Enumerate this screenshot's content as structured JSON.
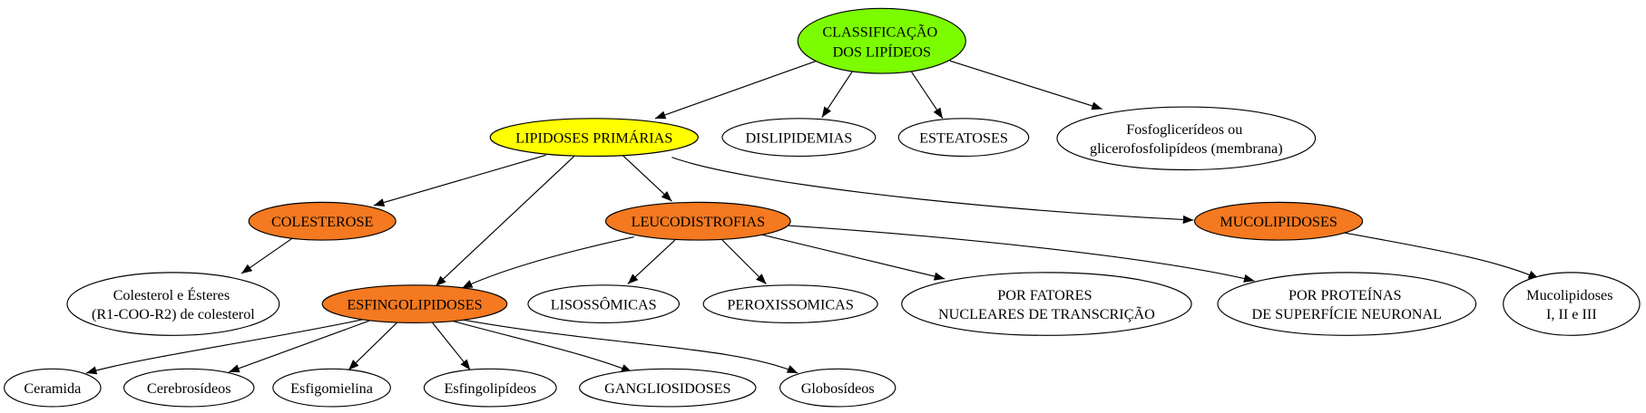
{
  "diagram": {
    "root": {
      "lines": [
        "CLASSIFICAÇÃO",
        "DOS LIPÍDEOS"
      ]
    },
    "lipidoses_primarias": {
      "lines": [
        "LIPIDOSES PRIMÁRIAS"
      ]
    },
    "dislipidemias": {
      "lines": [
        "DISLIPIDEMIAS"
      ]
    },
    "esteatoses": {
      "lines": [
        "ESTEATOSES"
      ]
    },
    "fosfoglicerideos": {
      "lines": [
        "Fosfoglicerídeos ou",
        "glicerofosfolipídeos (membrana)"
      ]
    },
    "colesterose": {
      "lines": [
        "COLESTEROSE"
      ]
    },
    "leucodistrofias": {
      "lines": [
        "LEUCODISTROFIAS"
      ]
    },
    "mucolipidoses": {
      "lines": [
        "MUCOLIPIDOSES"
      ]
    },
    "colesterol_esteres": {
      "lines": [
        "Colesterol e Ésteres",
        "(R1-COO-R2) de colesterol"
      ]
    },
    "esfingolipidoses": {
      "lines": [
        "ESFINGOLIPIDOSES"
      ]
    },
    "lisossomicas": {
      "lines": [
        "LISOSSÔMICAS"
      ]
    },
    "peroxissomicas": {
      "lines": [
        "PEROXISSOMICAS"
      ]
    },
    "fatores_nucleares": {
      "lines": [
        "POR FATORES",
        "NUCLEARES DE TRANSCRIÇÃO"
      ]
    },
    "proteinas_superficie": {
      "lines": [
        "POR PROTEÍNAS",
        "DE SUPERFÍCIE NEURONAL"
      ]
    },
    "mucolipidoses_tipos": {
      "lines": [
        "Mucolipidoses",
        "I, II e III"
      ]
    },
    "ceramida": {
      "lines": [
        "Ceramida"
      ]
    },
    "cerebrosideos": {
      "lines": [
        "Cerebrosídeos"
      ]
    },
    "esfigomielina": {
      "lines": [
        "Esfigomielina"
      ]
    },
    "esfingolipideos": {
      "lines": [
        "Esfingolipídeos"
      ]
    },
    "gangliosidoses": {
      "lines": [
        "GANGLIOSIDOSES"
      ]
    },
    "globosideos": {
      "lines": [
        "Globosídeos"
      ]
    }
  },
  "colors": {
    "root_fill": "#7CFC00",
    "primary_fill": "#FFFF00",
    "group_fill": "#F47920",
    "leaf_fill": "#FFFFFF",
    "line": "#000000"
  }
}
